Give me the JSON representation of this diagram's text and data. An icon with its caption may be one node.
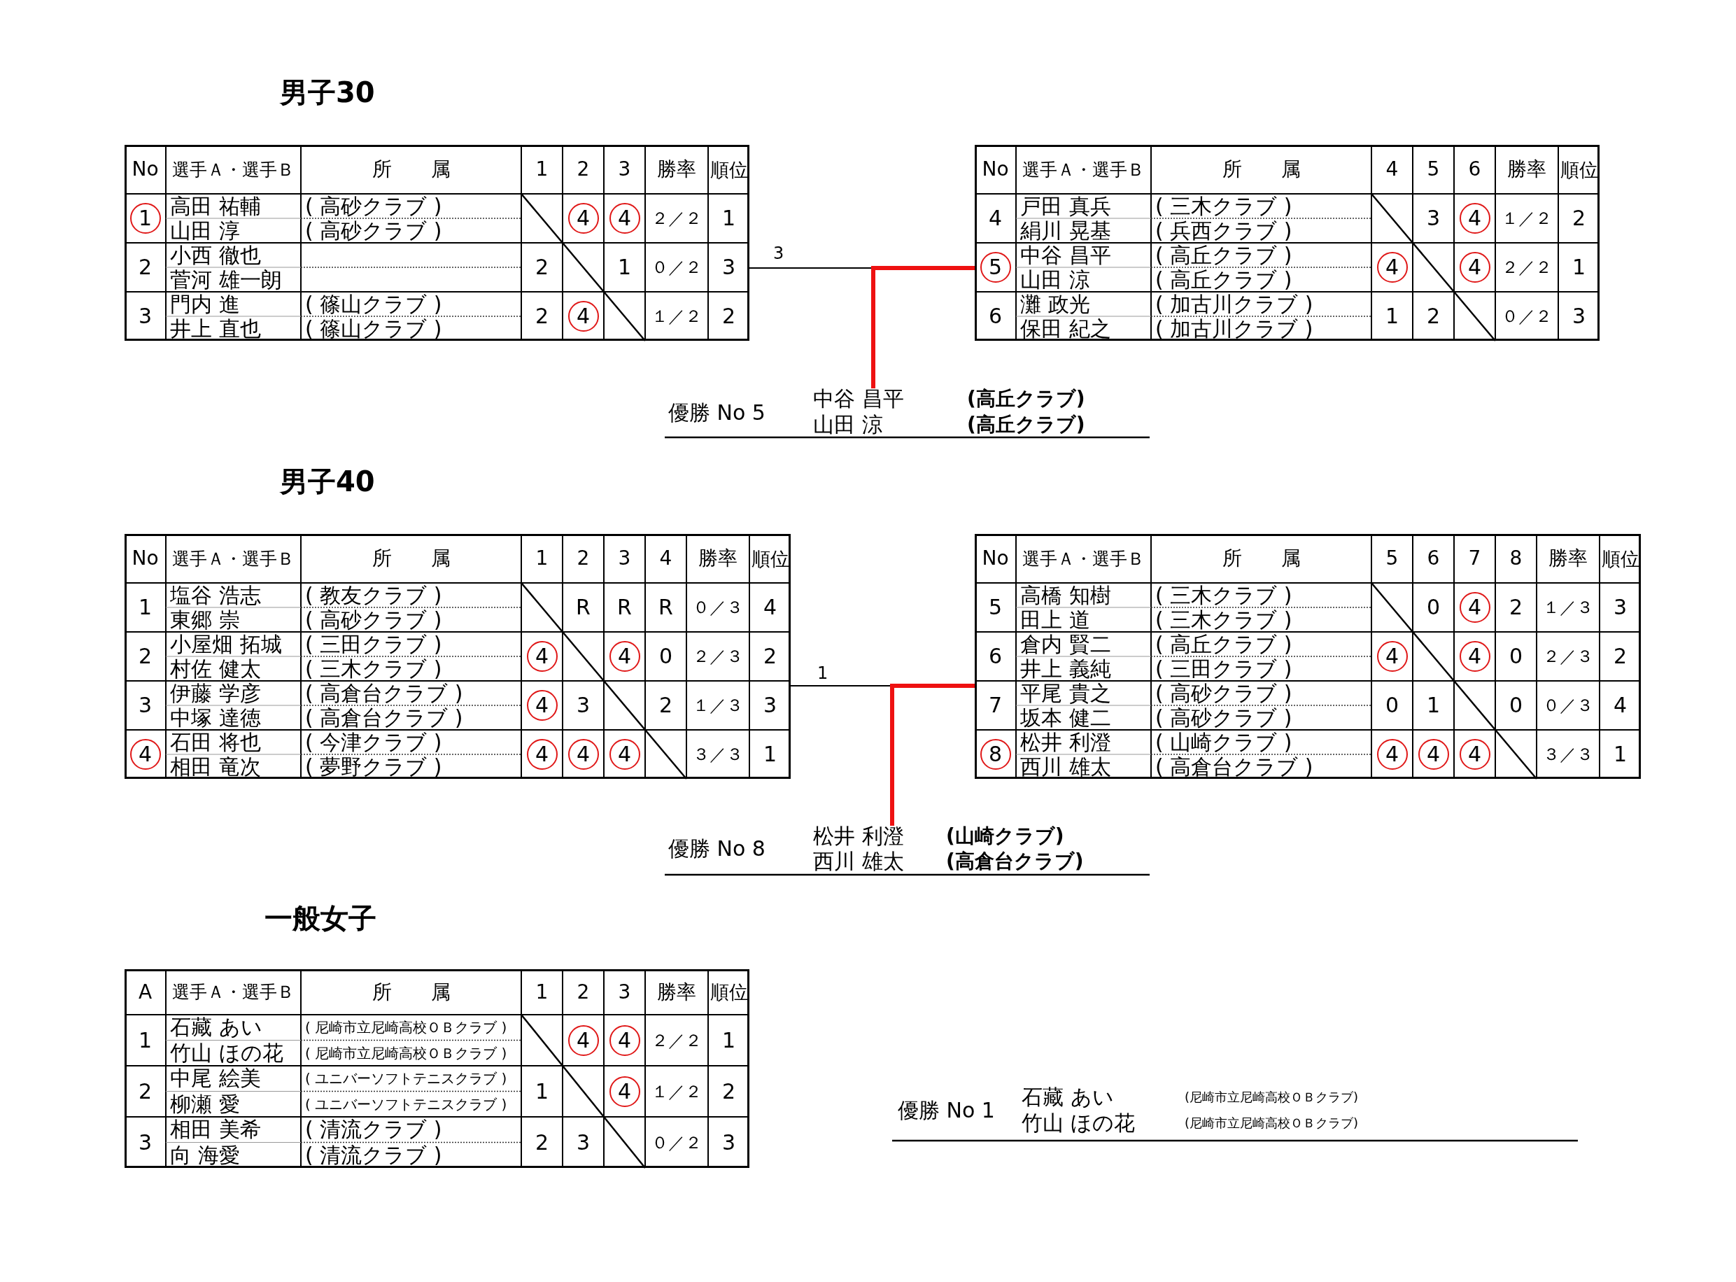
{
  "diagram": {
    "nodes": [
      {
        "text": [
          "1"
        ]
      },
      {
        "text": [
          "4"
        ]
      },
      {
        "text": [
          "4"
        ]
      },
      {
        "text": [
          "4"
        ]
      },
      {
        "text": [
          "4"
        ]
      },
      {
        "text": [
          "5"
        ]
      },
      {
        "text": [
          "4"
        ]
      },
      {
        "text": [
          "4"
        ]
      },
      {
        "text": [
          "4"
        ]
      },
      {
        "text": [
          "4"
        ]
      },
      {
        "text": [
          "4"
        ]
      },
      {
        "text": [
          "4"
        ]
      },
      {
        "text": [
          "4"
        ]
      },
      {
        "text": [
          "4"
        ]
      },
      {
        "text": [
          "4"
        ]
      },
      {
        "text": [
          "4"
        ]
      },
      {
        "text": [
          "4"
        ]
      },
      {
        "text": [
          "4"
        ]
      },
      {
        "text": [
          "8"
        ]
      },
      {
        "text": [
          "4"
        ]
      },
      {
        "text": [
          "4"
        ]
      },
      {
        "text": [
          "4"
        ]
      },
      {
        "text": [
          "4"
        ]
      },
      {
        "text": [
          "4"
        ]
      },
      {
        "text": [
          "4"
        ]
      }
    ],
    "labels": [
      "男子30",
      "No",
      "選手Ａ・選手Ｂ",
      "所　　属",
      "1",
      "2",
      "3",
      "勝率",
      "順位",
      "高田 祐輔",
      "山田 淳",
      "( 高砂クラブ )",
      "( 高砂クラブ )",
      "２／２",
      "1",
      "2",
      "小西 徹也",
      "菅河 雄一朗",
      "2",
      "1",
      "０／２",
      "3",
      "3",
      "門内 進",
      "井上 直也",
      "( 篠山クラブ )",
      "( 篠山クラブ )",
      "2",
      "１／２",
      "2",
      "No",
      "選手Ａ・選手Ｂ",
      "所　　属",
      "4",
      "5",
      "6",
      "勝率",
      "順位",
      "4",
      "戸田 真兵",
      "絹川 晃基",
      "( 三木クラブ )",
      "( 兵西クラブ )",
      "3",
      "１／２",
      "2",
      "中谷 昌平",
      "山田 涼",
      "( 高丘クラブ )",
      "( 高丘クラブ )",
      "２／２",
      "1",
      "6",
      "灘 政光",
      "保田 紀之",
      "( 加古川クラブ )",
      "( 加古川クラブ )",
      "1",
      "2",
      "０／２",
      "3",
      "3",
      "優勝 No 5",
      "中谷 昌平",
      "山田 涼",
      "(高丘クラブ)",
      "(高丘クラブ)",
      "男子40",
      "No",
      "選手Ａ・選手Ｂ",
      "所　　属",
      "1",
      "2",
      "3",
      "4",
      "勝率",
      "順位",
      "1",
      "塩谷 浩志",
      "東郷 崇",
      "( 教友クラブ )",
      "( 高砂クラブ )",
      "R",
      "R",
      "R",
      "０／３",
      "4",
      "2",
      "小屋畑 拓城",
      "村佐 健太",
      "( 三田クラブ )",
      "( 三木クラブ )",
      "0",
      "２／３",
      "2",
      "3",
      "伊藤 学彦",
      "中塚 達徳",
      "( 高倉台クラブ )",
      "( 高倉台クラブ )",
      "3",
      "2",
      "１／３",
      "3",
      "石田 将也",
      "相田 竜次",
      "( 今津クラブ )",
      "( 夢野クラブ )",
      "３／３",
      "1",
      "No",
      "選手Ａ・選手Ｂ",
      "所　　属",
      "5",
      "6",
      "7",
      "8",
      "勝率",
      "順位",
      "5",
      "高橋 知樹",
      "田上 道",
      "( 三木クラブ )",
      "( 三木クラブ )",
      "0",
      "2",
      "１／３",
      "3",
      "6",
      "倉内 賢二",
      "井上 義純",
      "( 高丘クラブ )",
      "( 三田クラブ )",
      "0",
      "２／３",
      "2",
      "7",
      "平尾 貴之",
      "坂本 健二",
      "( 高砂クラブ )",
      "( 高砂クラブ )",
      "0",
      "1",
      "0",
      "０／３",
      "4",
      "松井 利澄",
      "西川 雄太",
      "( 山崎クラブ )",
      "( 高倉台クラブ )",
      "３／３",
      "1",
      "1",
      "優勝 No 8",
      "松井 利澄",
      "西川 雄太",
      "(山崎クラブ)",
      "(高倉台クラブ)",
      "一般女子",
      "A",
      "選手Ａ・選手Ｂ",
      "所　　属",
      "1",
      "2",
      "3",
      "勝率",
      "順位",
      "1",
      "石藏 あい",
      "竹山 ほの花",
      "( 尼崎市立尼崎高校ＯＢクラブ )",
      "( 尼崎市立尼崎高校ＯＢクラブ )",
      "２／２",
      "1",
      "2",
      "中尾 絵美",
      "柳瀬 愛",
      "( ユニバーソフトテニスクラブ )",
      "( ユニバーソフトテニスクラブ )",
      "1",
      "１／２",
      "2",
      "3",
      "相田 美希",
      "向 海愛",
      "( 清流クラブ )",
      "( 清流クラブ )",
      "2",
      "3",
      "０／２",
      "3",
      "優勝 No 1",
      "石藏 あい",
      "竹山 ほの花",
      "(尼崎市立尼崎高校ＯＢクラブ)",
      "(尼崎市立尼崎高校ＯＢクラブ)"
    ]
  }
}
